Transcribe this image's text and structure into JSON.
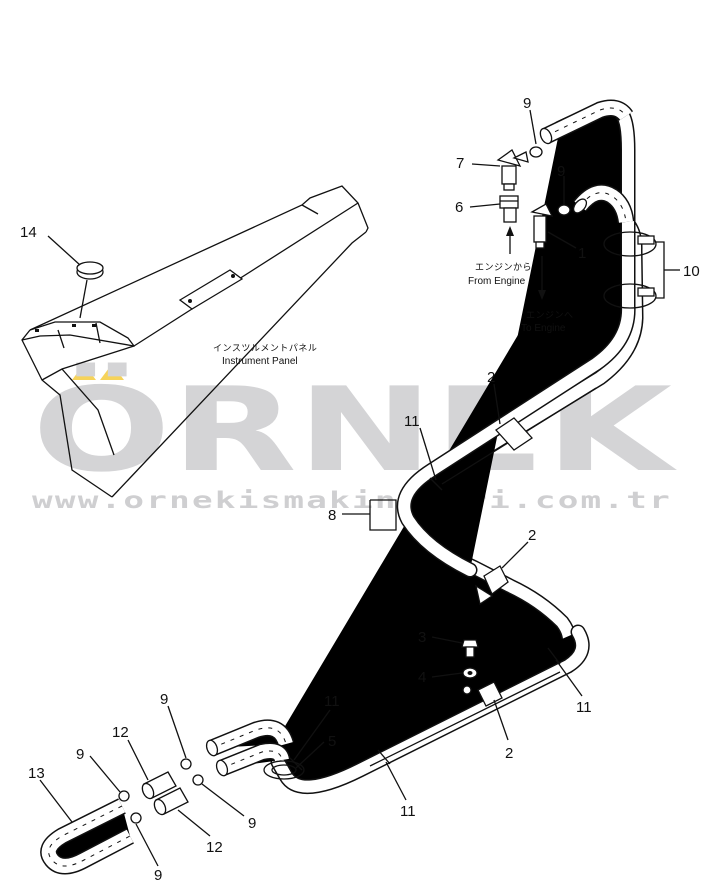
{
  "watermark": {
    "brand": "ÖRNEK",
    "url": "www.ornekismakinalari.com.tr"
  },
  "panel": {
    "label_jp": "インスツルメントパネル",
    "label_en": "Instrument Panel"
  },
  "ports": {
    "from_engine_jp": "エンジンから",
    "from_engine_en": "From Engine",
    "to_engine_jp": "エンジンへ",
    "to_engine_en": "To Engine"
  },
  "callouts": {
    "n1": "1",
    "n2a": "2",
    "n2b": "2",
    "n2c": "2",
    "n3": "3",
    "n4": "4",
    "n5": "5",
    "n6": "6",
    "n7": "7",
    "n8": "8",
    "n9a": "9",
    "n9b": "9",
    "n9c": "9",
    "n9d": "9",
    "n9e": "9",
    "n9f": "9",
    "n10": "10",
    "n11a": "11",
    "n11b": "11",
    "n11c": "11",
    "n11d": "11",
    "n12a": "12",
    "n12b": "12",
    "n13": "13",
    "n14": "14"
  }
}
